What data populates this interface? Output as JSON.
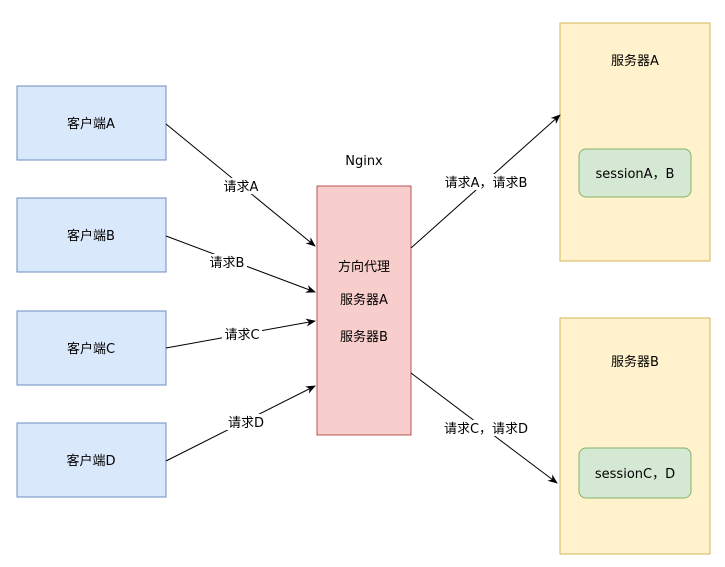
{
  "clients": [
    {
      "label": "客户端A"
    },
    {
      "label": "客户端B"
    },
    {
      "label": "客户端C"
    },
    {
      "label": "客户端D"
    }
  ],
  "nginx": {
    "title": "Nginx",
    "lines": [
      "方向代理",
      "服务器A",
      "服务器B"
    ]
  },
  "servers": [
    {
      "label": "服务器A",
      "session": "sessionA，B"
    },
    {
      "label": "服务器B",
      "session": "sessionC，D"
    }
  ],
  "requests": {
    "client_a": "请求A",
    "client_b": "请求B",
    "client_c": "请求C",
    "client_d": "请求D",
    "to_server_a": "请求A，请求B",
    "to_server_b": "请求C，请求D"
  },
  "colors": {
    "client_fill": "#dae8fc",
    "client_stroke": "#6c8ebf",
    "nginx_fill": "#f8cecc",
    "nginx_stroke": "#b85450",
    "server_fill": "#fff2cc",
    "server_stroke": "#d6b656",
    "session_fill": "#d5e8d4",
    "session_stroke": "#82b366",
    "edge": "#000000"
  }
}
